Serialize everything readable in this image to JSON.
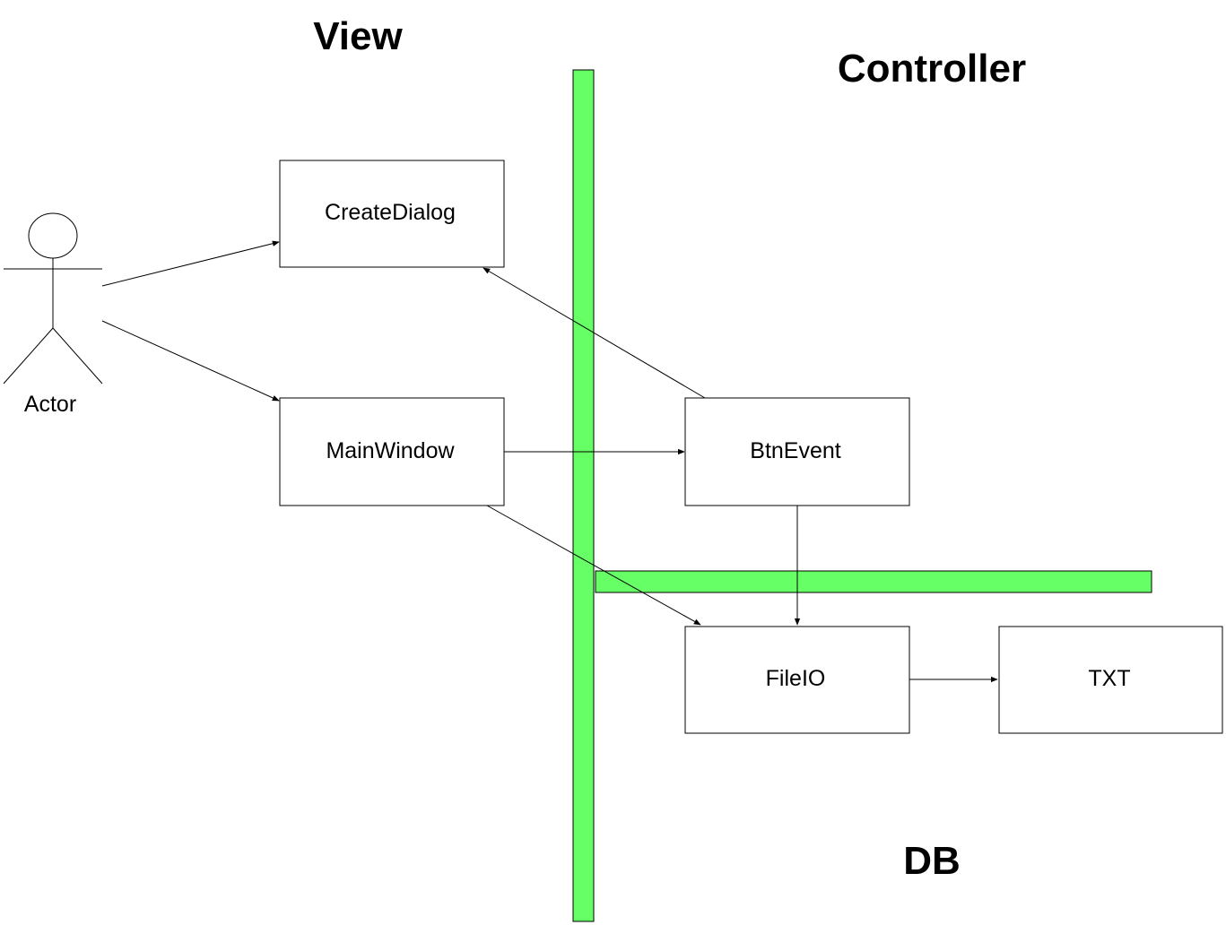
{
  "sections": {
    "view": "View",
    "controller": "Controller",
    "db": "DB"
  },
  "actor": {
    "label": "Actor"
  },
  "nodes": {
    "create_dialog": "CreateDialog",
    "main_window": "MainWindow",
    "btn_event": "BtnEvent",
    "file_io": "FileIO",
    "txt": "TXT"
  },
  "edges": [
    {
      "from": "Actor",
      "to": "CreateDialog"
    },
    {
      "from": "Actor",
      "to": "MainWindow"
    },
    {
      "from": "MainWindow",
      "to": "BtnEvent"
    },
    {
      "from": "BtnEvent",
      "to": "CreateDialog"
    },
    {
      "from": "BtnEvent",
      "to": "FileIO"
    },
    {
      "from": "MainWindow",
      "to": "FileIO"
    },
    {
      "from": "FileIO",
      "to": "TXT"
    }
  ],
  "colors": {
    "separator_fill": "#66ff66",
    "stroke": "#000000",
    "background": "#ffffff"
  }
}
